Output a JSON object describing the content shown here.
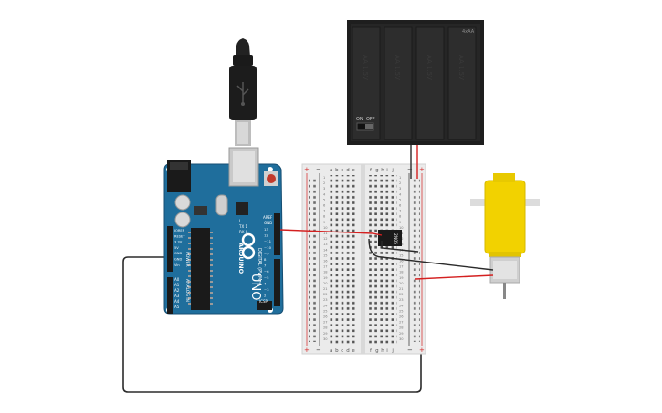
{
  "colors": {
    "board_blue": "#1f6e9c",
    "board_dark": "#17557a",
    "battery_black": "#1e1e1e",
    "motor_yellow": "#f2d200",
    "wire_red": "#d42020",
    "wire_black": "#222222",
    "breadboard": "#e9e9e9"
  },
  "arduino": {
    "brand": "ARDUINO",
    "model": "UNO",
    "digital_label": "DIGITAL (PWM~)",
    "analog_label": "ANALOG IN",
    "power_label": "POWER",
    "reset_label": "RESET",
    "icsp_label": "ICSP",
    "aref_label": "AREF",
    "gnd_label": "GND",
    "tx_label": "TX 1",
    "rx_label": "RX 0",
    "l_label": "L",
    "digital_pins": [
      "13",
      "12",
      "~11",
      "~10",
      "~9",
      "8",
      "7",
      "~6",
      "~5",
      "4",
      "~3",
      "2"
    ],
    "analog_pins": [
      "A0",
      "A1",
      "A2",
      "A3",
      "A4",
      "A5"
    ],
    "power_pins": [
      "IOREF",
      "RESET",
      "3.3V",
      "5V",
      "GND",
      "GND",
      "Vin"
    ]
  },
  "battery": {
    "switch_on": "ON",
    "switch_off": "OFF",
    "cell_label": "AA 1.5V",
    "corner_label": "4xAA"
  },
  "breadboard": {
    "cols_left": [
      "a",
      "b",
      "c",
      "d",
      "e"
    ],
    "cols_right": [
      "f",
      "g",
      "h",
      "i",
      "j"
    ],
    "row_count": 30,
    "plus": "+",
    "minus": "−"
  },
  "chip": {
    "label": "2N05"
  },
  "usb": {
    "icon": "usb-icon"
  }
}
